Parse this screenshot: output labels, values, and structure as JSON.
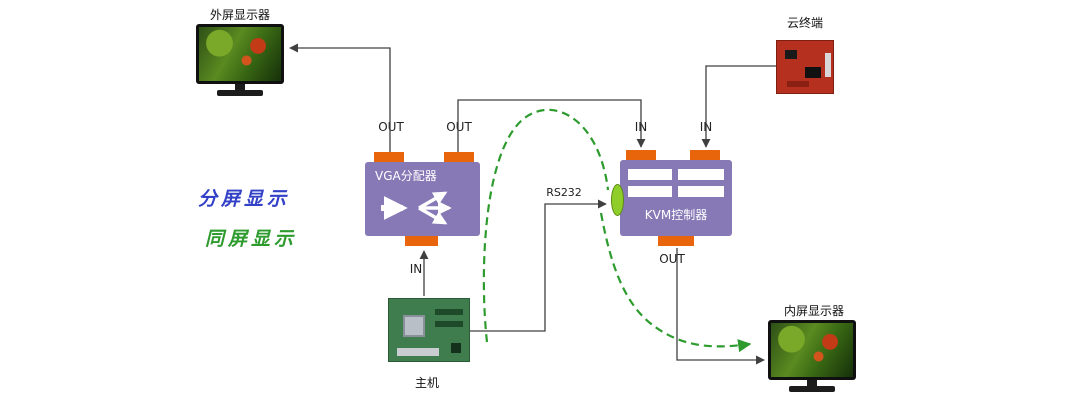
{
  "diagram": {
    "devices": {
      "external_monitor": {
        "label": "外屏显示器"
      },
      "cloud_terminal": {
        "label": "云终端"
      },
      "vga_splitter": {
        "label": "VGA分配器"
      },
      "kvm_controller": {
        "label": "KVM控制器"
      },
      "host": {
        "label": "主机"
      },
      "internal_monitor": {
        "label": "内屏显示器"
      }
    },
    "ports": {
      "vga_out_left": "OUT",
      "vga_out_right": "OUT",
      "vga_in": "IN",
      "kvm_in_left": "IN",
      "kvm_in_right": "IN",
      "kvm_out": "OUT",
      "rs232": "RS232"
    },
    "legend": {
      "split_screen": "分屏显示",
      "same_screen": "同屏显示"
    },
    "colors": {
      "device_purple": "#8679B6",
      "connector_orange": "#E8650C",
      "rs232_port_green": "#8FCE2A",
      "line_gray": "#404040",
      "split_screen_blue": "#3340C8",
      "same_screen_green": "#2E9B2E",
      "background": "#FFFFFF"
    }
  }
}
